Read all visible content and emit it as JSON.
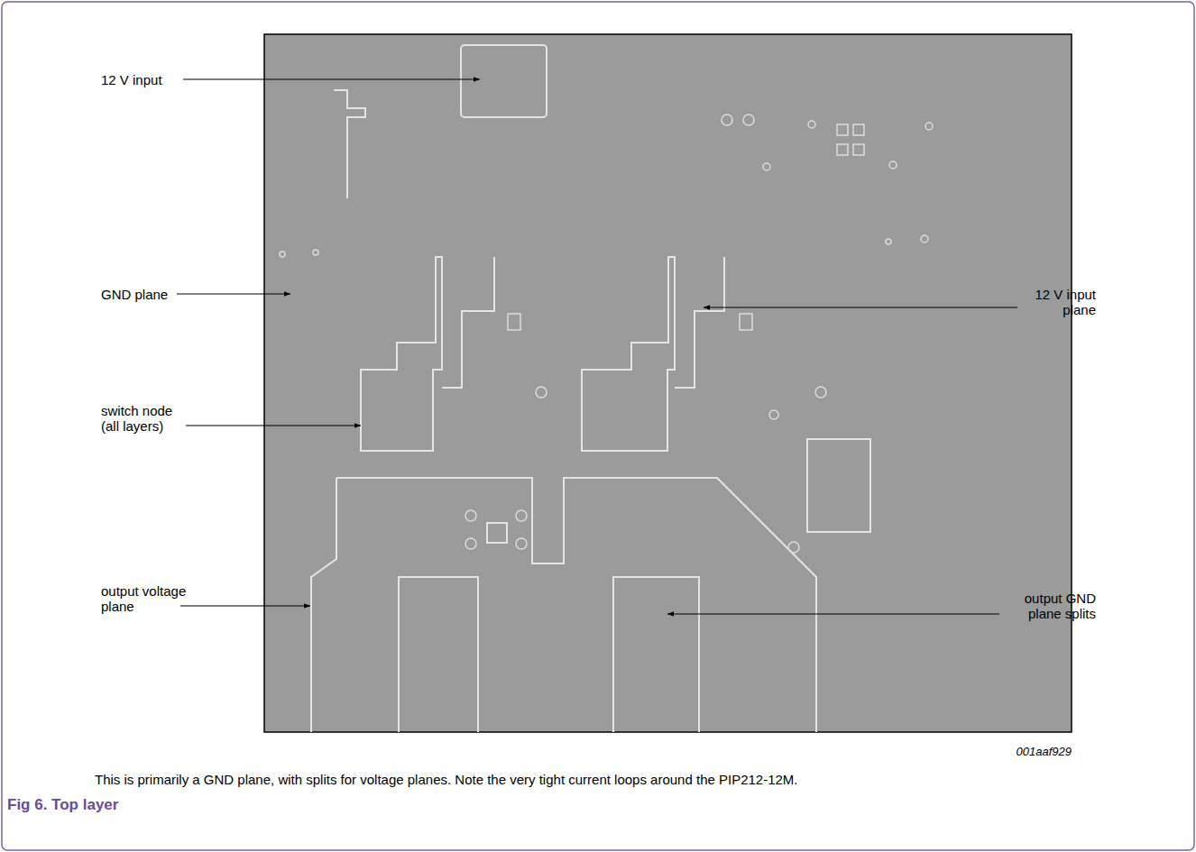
{
  "diagram": {
    "title": "Fig 6. Top layer",
    "caption": "This is primarily a GND plane, with splits for voltage planes. Note the very tight current loops around the PIP212-12M.",
    "labels": [
      "12 V input",
      "GND plane",
      "switch node (all layers)",
      "output voltage plane",
      "12 V input plane",
      "output GND plane splits",
      "001aaf929"
    ]
  }
}
